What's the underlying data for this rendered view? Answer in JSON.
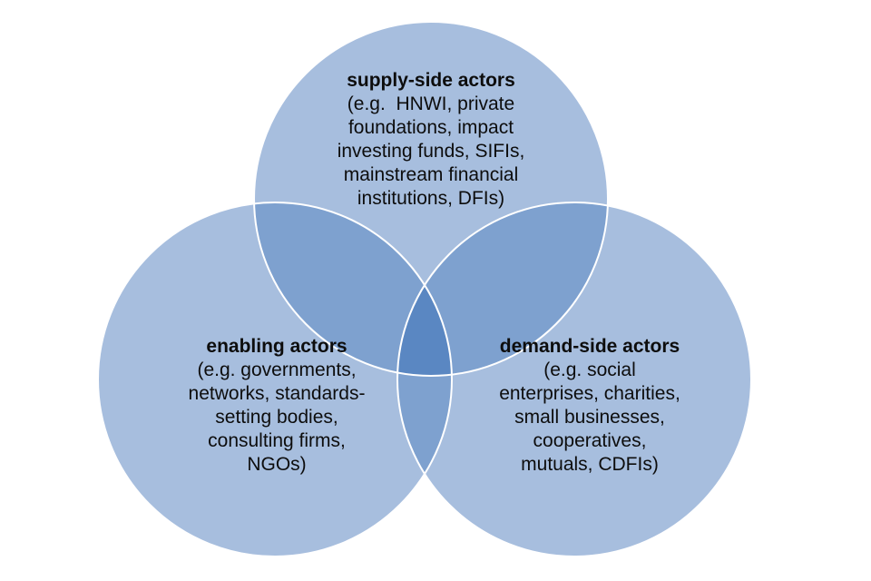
{
  "colors": {
    "circle_fill": "#a7bede",
    "overlap_fill": "#7ea1cf",
    "center_fill": "#5a87c2",
    "circle_stroke": "#ffffff"
  },
  "circles": [
    {
      "title": "supply-side actors",
      "lines": [
        "(e.g.  HNWI, private",
        "foundations, impact",
        "investing funds, SIFIs,",
        "mainstream financial",
        "institutions, DFIs)"
      ]
    },
    {
      "title": "enabling actors",
      "lines": [
        "(e.g. governments,",
        "networks, standards-",
        "setting bodies,",
        "consulting firms,",
        "NGOs)"
      ]
    },
    {
      "title": "demand-side actors",
      "lines": [
        "(e.g. social",
        "enterprises, charities,",
        "small businesses,",
        "cooperatives,",
        "mutuals, CDFIs)"
      ]
    }
  ]
}
